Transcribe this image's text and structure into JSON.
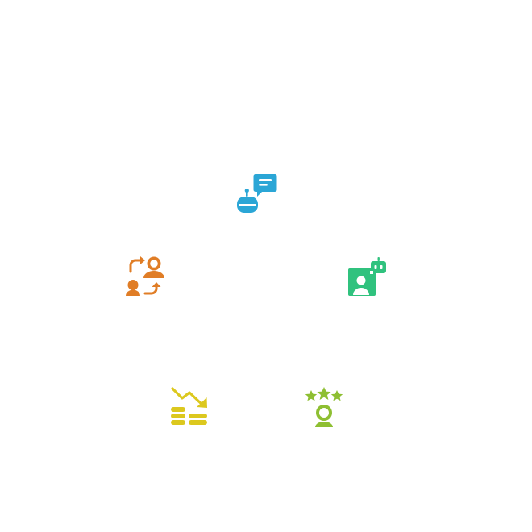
{
  "nodes": [
    {
      "key": "chatbot",
      "icon": "chatbot-message-icon",
      "color": "#2ba6d6"
    },
    {
      "key": "swap",
      "icon": "user-swap-icon",
      "color": "#e07d26"
    },
    {
      "key": "aiprof",
      "icon": "ai-user-profile-icon",
      "color": "#30c27e"
    },
    {
      "key": "cost",
      "icon": "cost-reduction-icon",
      "color": "#dcc81e"
    },
    {
      "key": "rating",
      "icon": "customer-rating-icon",
      "color": "#8ebf32"
    }
  ]
}
